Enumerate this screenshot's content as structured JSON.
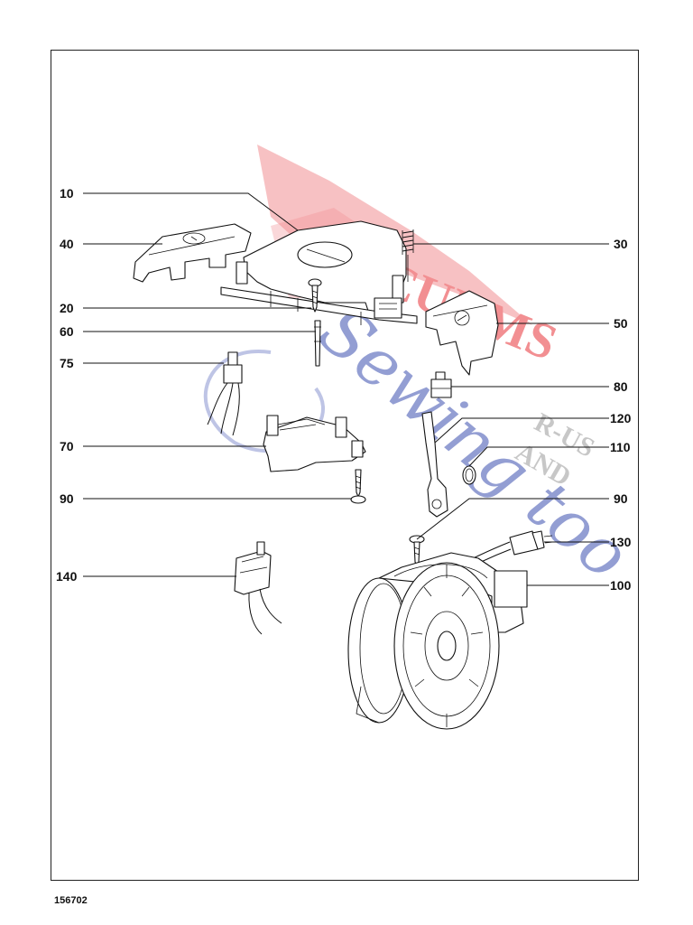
{
  "document_number": "156702",
  "watermark": {
    "line1": "VACUUMS",
    "line2": "R-US",
    "line3": "AND",
    "line4": "Sewing too",
    "colors": {
      "red": "#e8343a",
      "blue": "#3b4fb0",
      "gray": "#8a8a8a"
    }
  },
  "callouts": {
    "c10": "10",
    "c40": "40",
    "c20": "20",
    "c60": "60",
    "c75": "75",
    "c70": "70",
    "c90a": "90",
    "c140": "140",
    "c30": "30",
    "c50": "50",
    "c80": "80",
    "c120": "120",
    "c110": "110",
    "c90b": "90",
    "c130": "130",
    "c100": "100"
  }
}
